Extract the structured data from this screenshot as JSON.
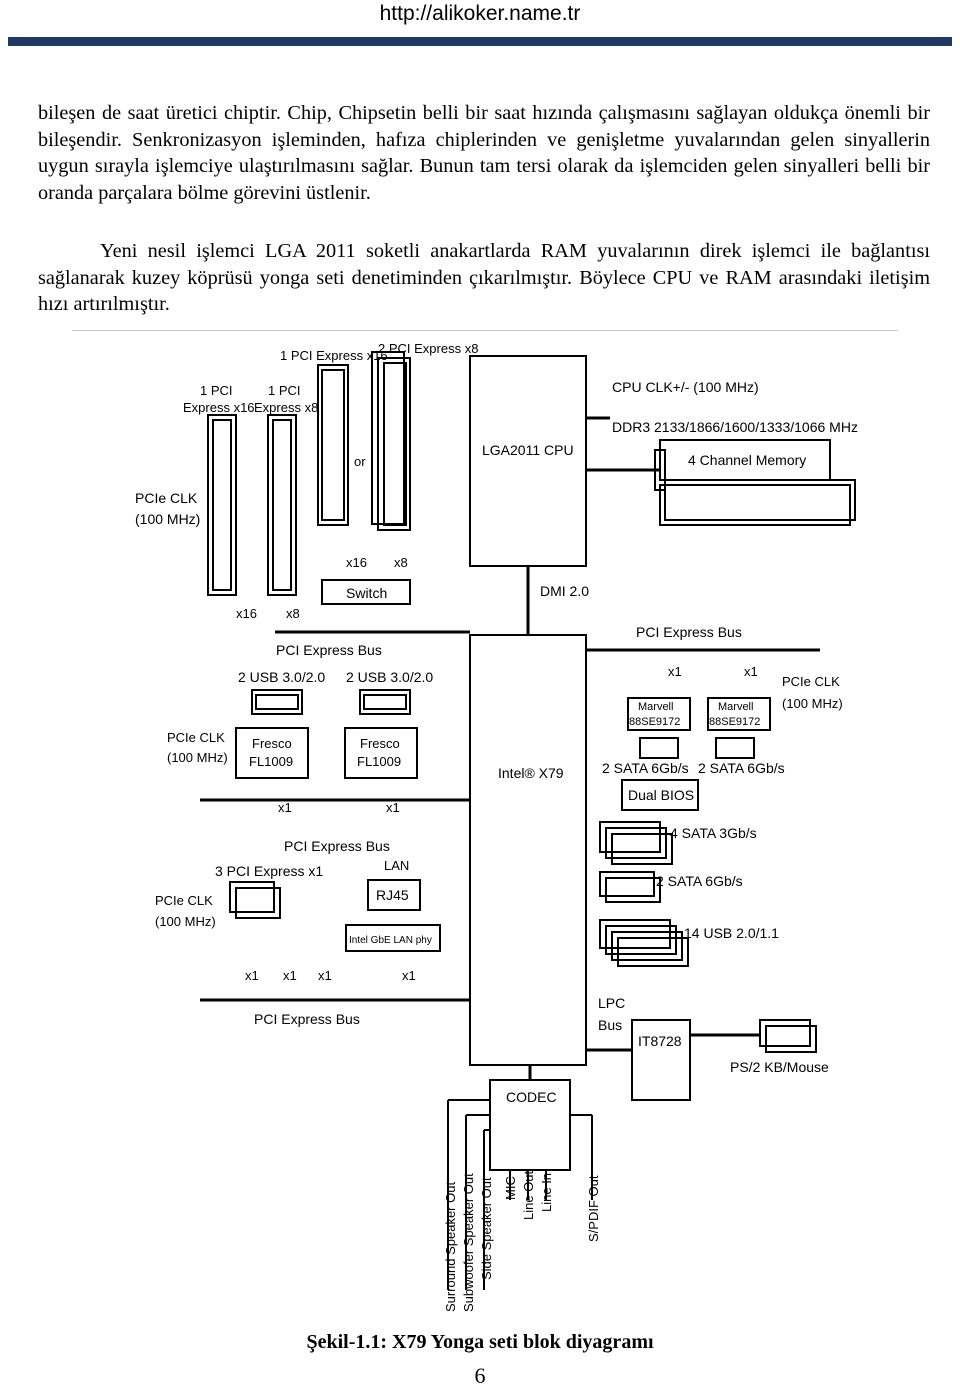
{
  "header": {
    "url": "http://alikoker.name.tr"
  },
  "paragraphs": [
    "bileşen de saat üretici chiptir. Chip, Chipsetin belli bir saat hızında çalışmasını sağlayan oldukça önemli bir bileşendir. Senkronizasyon işleminden, hafıza chiplerinden ve genişletme yuvalarından gelen sinyallerin uygun sırayla işlemciye ulaştırılmasını sağlar. Bunun tam tersi olarak da işlemciden gelen sinyalleri belli bir oranda parçalara bölme görevini üstlenir.",
    "Yeni nesil işlemci LGA 2011 soketli anakartlarda RAM yuvalarının direk işlemci ile bağlantısı sağlanarak kuzey köprüsü yonga seti denetiminden çıkarılmıştır. Böylece CPU ve RAM arasındaki iletişim hızı artırılmıştır."
  ],
  "diagram": {
    "pci_x16_label": "1 PCI Express x16",
    "pci_x8_label": "2 PCI Express x8",
    "left_pci1_line1": "1 PCI",
    "left_pci1_line2": "Express x16",
    "left_pci2_line1": "1 PCI",
    "left_pci2_line2": "Express x8",
    "or_label": "or",
    "cpu_label": "LGA2011 CPU",
    "cpu_clk_label": "CPU CLK+/- (100 MHz)",
    "ddr3_label": "DDR3 2133/1866/1600/1333/1066 MHz",
    "memory_label": "4 Channel Memory",
    "pcie_clk_line1": "PCIe CLK",
    "pcie_clk_line2": "(100 MHz)",
    "x16": "x16",
    "x8": "x8",
    "x1": "x1",
    "switch_label": "Switch",
    "dmi_label": "DMI 2.0",
    "pci_express_bus": "PCI Express Bus",
    "usb30_label": "2 USB 3.0/2.0",
    "fresco_line1": "Fresco",
    "fresco_line2": "FL1009",
    "marvell_line1": "Marvell",
    "marvell_line2": "88SE9172",
    "sata6_2": "2 SATA 6Gb/s",
    "dual_bios": "Dual BIOS",
    "sata3_4": "4 SATA 3Gb/s",
    "usb20_14": "14 USB 2.0/1.1",
    "chipset_label": "Intel® X79",
    "pci_x1_3": "3 PCI Express x1",
    "lan_label": "LAN",
    "rj45_label": "RJ45",
    "lan_phy_label": "Intel GbE LAN phy",
    "lpc_line1": "LPC",
    "lpc_line2": "Bus",
    "it8728_label": "IT8728",
    "ps2_label": "PS/2 KB/Mouse",
    "codec_label": "CODEC",
    "audio_outputs": [
      "Surround Speaker Out",
      "Subwoofer Speaker Out",
      "Side Speaker Out",
      "MIC",
      "Line Out",
      "Line In",
      "S/PDIF Out"
    ]
  },
  "caption": "Şekil-1.1: X79 Yonga seti blok diyagramı",
  "page_number": "6"
}
